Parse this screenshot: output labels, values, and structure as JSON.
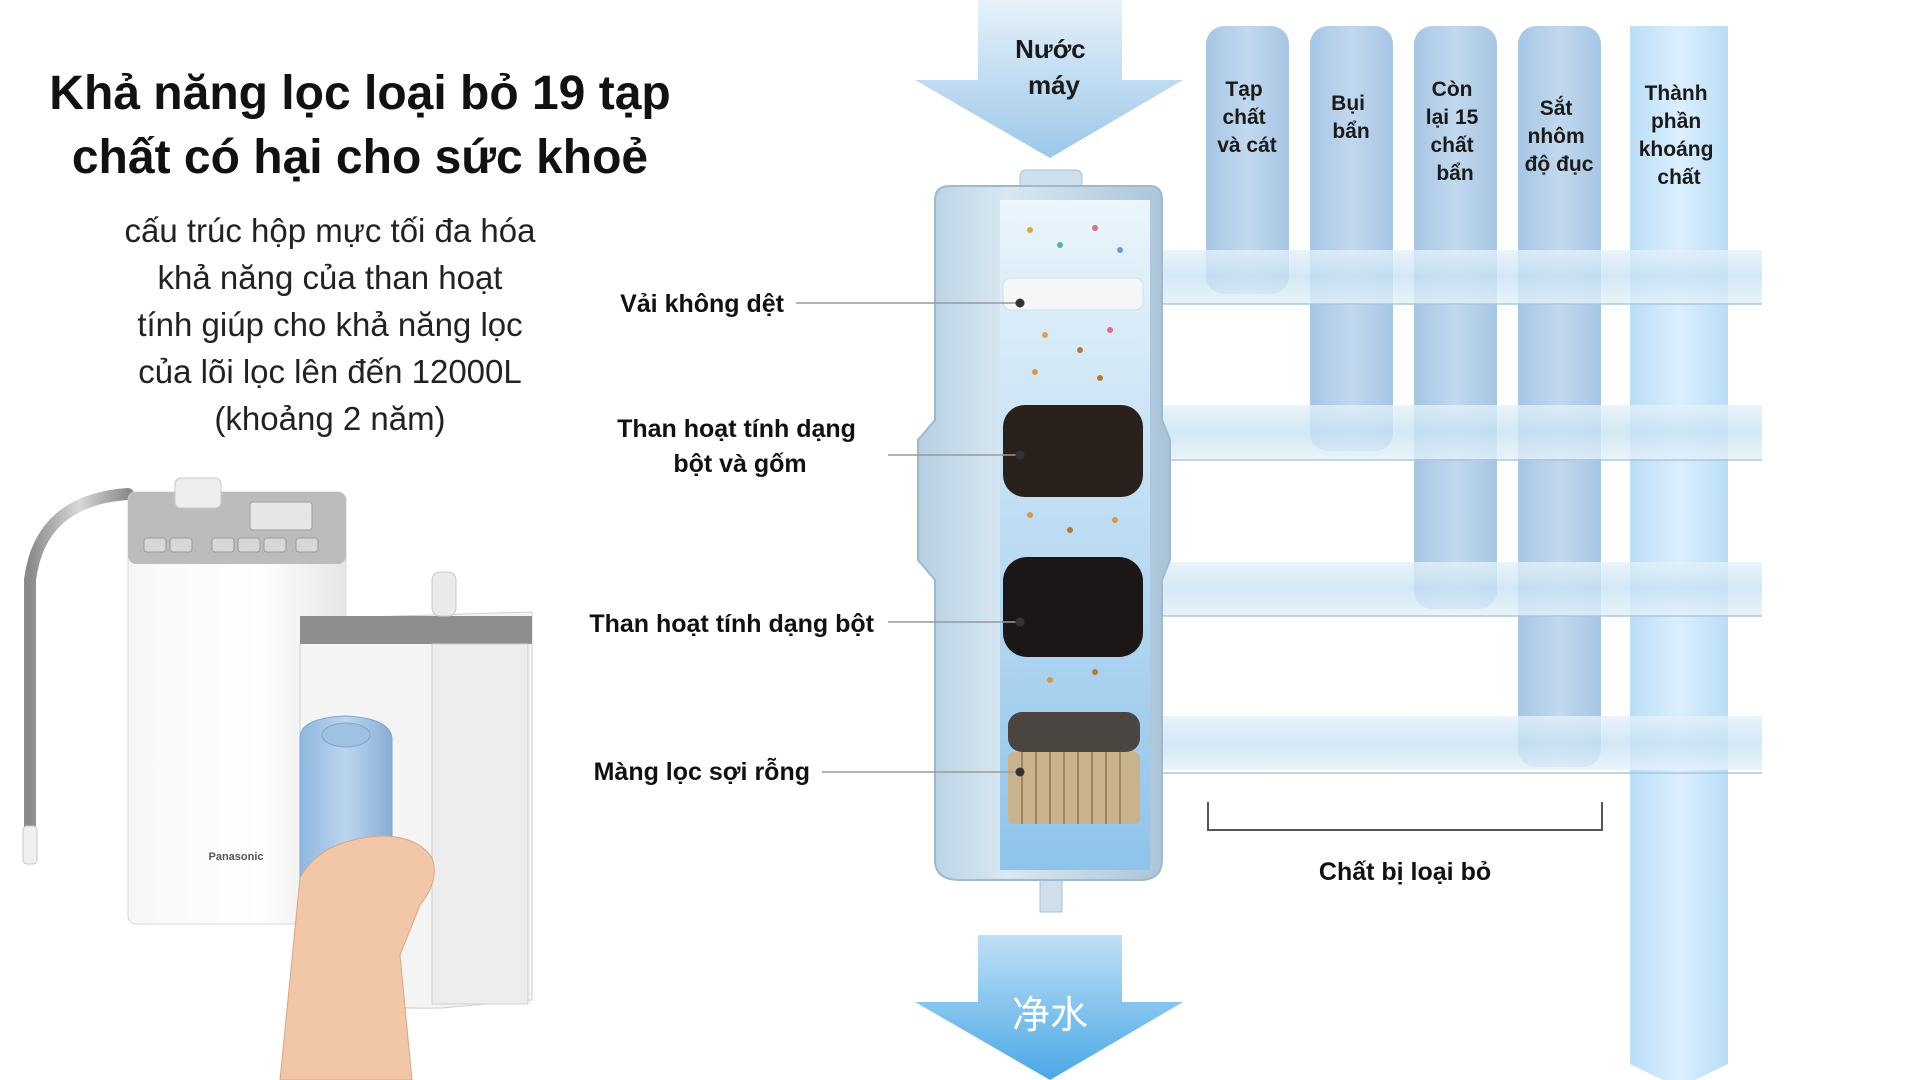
{
  "heading": {
    "line1": "Khả năng lọc loại bỏ 19 tạp",
    "line2": "chất có hại cho sức khoẻ"
  },
  "subtitle": {
    "line1": "cấu trúc hộp mực tối đa hóa",
    "line2": "khả năng của than hoạt",
    "line3": "tính giúp cho khả năng lọc",
    "line4": "của lõi lọc lên đến 12000L",
    "line5": "(khoảng 2 năm)"
  },
  "inlet_label": {
    "line1": "Nước",
    "line2": "máy"
  },
  "outlet_label": "净水",
  "brand_label": "Panasonic",
  "layers": {
    "nonwoven": "Vải không dệt",
    "carbon_ceramic_line1": "Than hoạt tính dạng",
    "carbon_ceramic_line2": "bột và gốm",
    "carbon_powder": "Than hoạt tính dạng bột",
    "hollow_fiber": "Màng lọc sợi rỗng"
  },
  "columns": {
    "sand": {
      "line1": "Tạp",
      "line2": "chất",
      "line3": "và cát"
    },
    "dust": {
      "line1": "Bụi",
      "line2": "bẩn"
    },
    "remaining": {
      "line1": "Còn",
      "line2": "lại 15",
      "line3": "chất",
      "line4": "bẩn"
    },
    "iron": {
      "line1": "Sắt",
      "line2": "nhôm",
      "line3": "độ đục"
    },
    "minerals": {
      "line1": "Thành",
      "line2": "phần",
      "line3": "khoáng",
      "line4": "chất"
    }
  },
  "removed_label": "Chất bị loại bỏ",
  "colors": {
    "column_blue": "#a9c8e6",
    "mineral_blue": "#c3e2f6",
    "arrow_blue": "#7fb8e4",
    "band_blue": "#d5e8f4",
    "cartridge": "#c9dce9"
  }
}
